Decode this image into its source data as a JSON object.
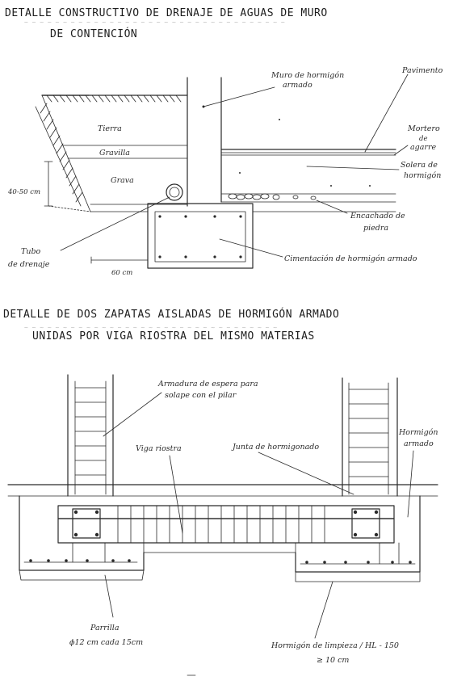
{
  "section1": {
    "title_line1": "DETALLE CONSTRUCTIVO DE DRENAJE DE AGUAS DE MURO",
    "title_line2": "DE CONTENCIÓN",
    "labels": {
      "muro": [
        "Muro de hormigón",
        "armado"
      ],
      "pavimento": "Pavimento",
      "tierra": "Tierra",
      "gravilla": "Gravilla",
      "grava": "Grava",
      "mortero": [
        "Mortero",
        "de",
        "agarre"
      ],
      "solera": [
        "Solera de",
        "hormigón"
      ],
      "encachado": [
        "Encachado de",
        "piedra"
      ],
      "tubo": [
        "Tubo",
        "de drenaje"
      ],
      "cimentacion": "Cimentación de hormigón armado",
      "dim_height": "40-50 cm",
      "dim_width": "60 cm"
    }
  },
  "section2": {
    "title_line1": "DETALLE DE DOS ZAPATAS AISLADAS DE HORMIGÓN ARMADO",
    "title_line2": "UNIDAS POR VIGA RIOSTRA DEL MISMO MATERIAS",
    "labels": {
      "armadura": [
        "Armadura de espera para",
        "solape con el pilar"
      ],
      "viga": "Viga riostra",
      "junta": "Junta de hormigonado",
      "hormigon_armado": [
        "Hormigón",
        "armado"
      ],
      "parrilla": [
        "Parrilla",
        "ϕ12 cm cada 15cm"
      ],
      "limpieza": [
        "Hormigón de limpieza / HL - 150",
        "≥ 10 cm"
      ]
    }
  },
  "colors": {
    "ink": "#2a2a2a",
    "paper": "#ffffff",
    "ghost": "#b8b8b8"
  }
}
